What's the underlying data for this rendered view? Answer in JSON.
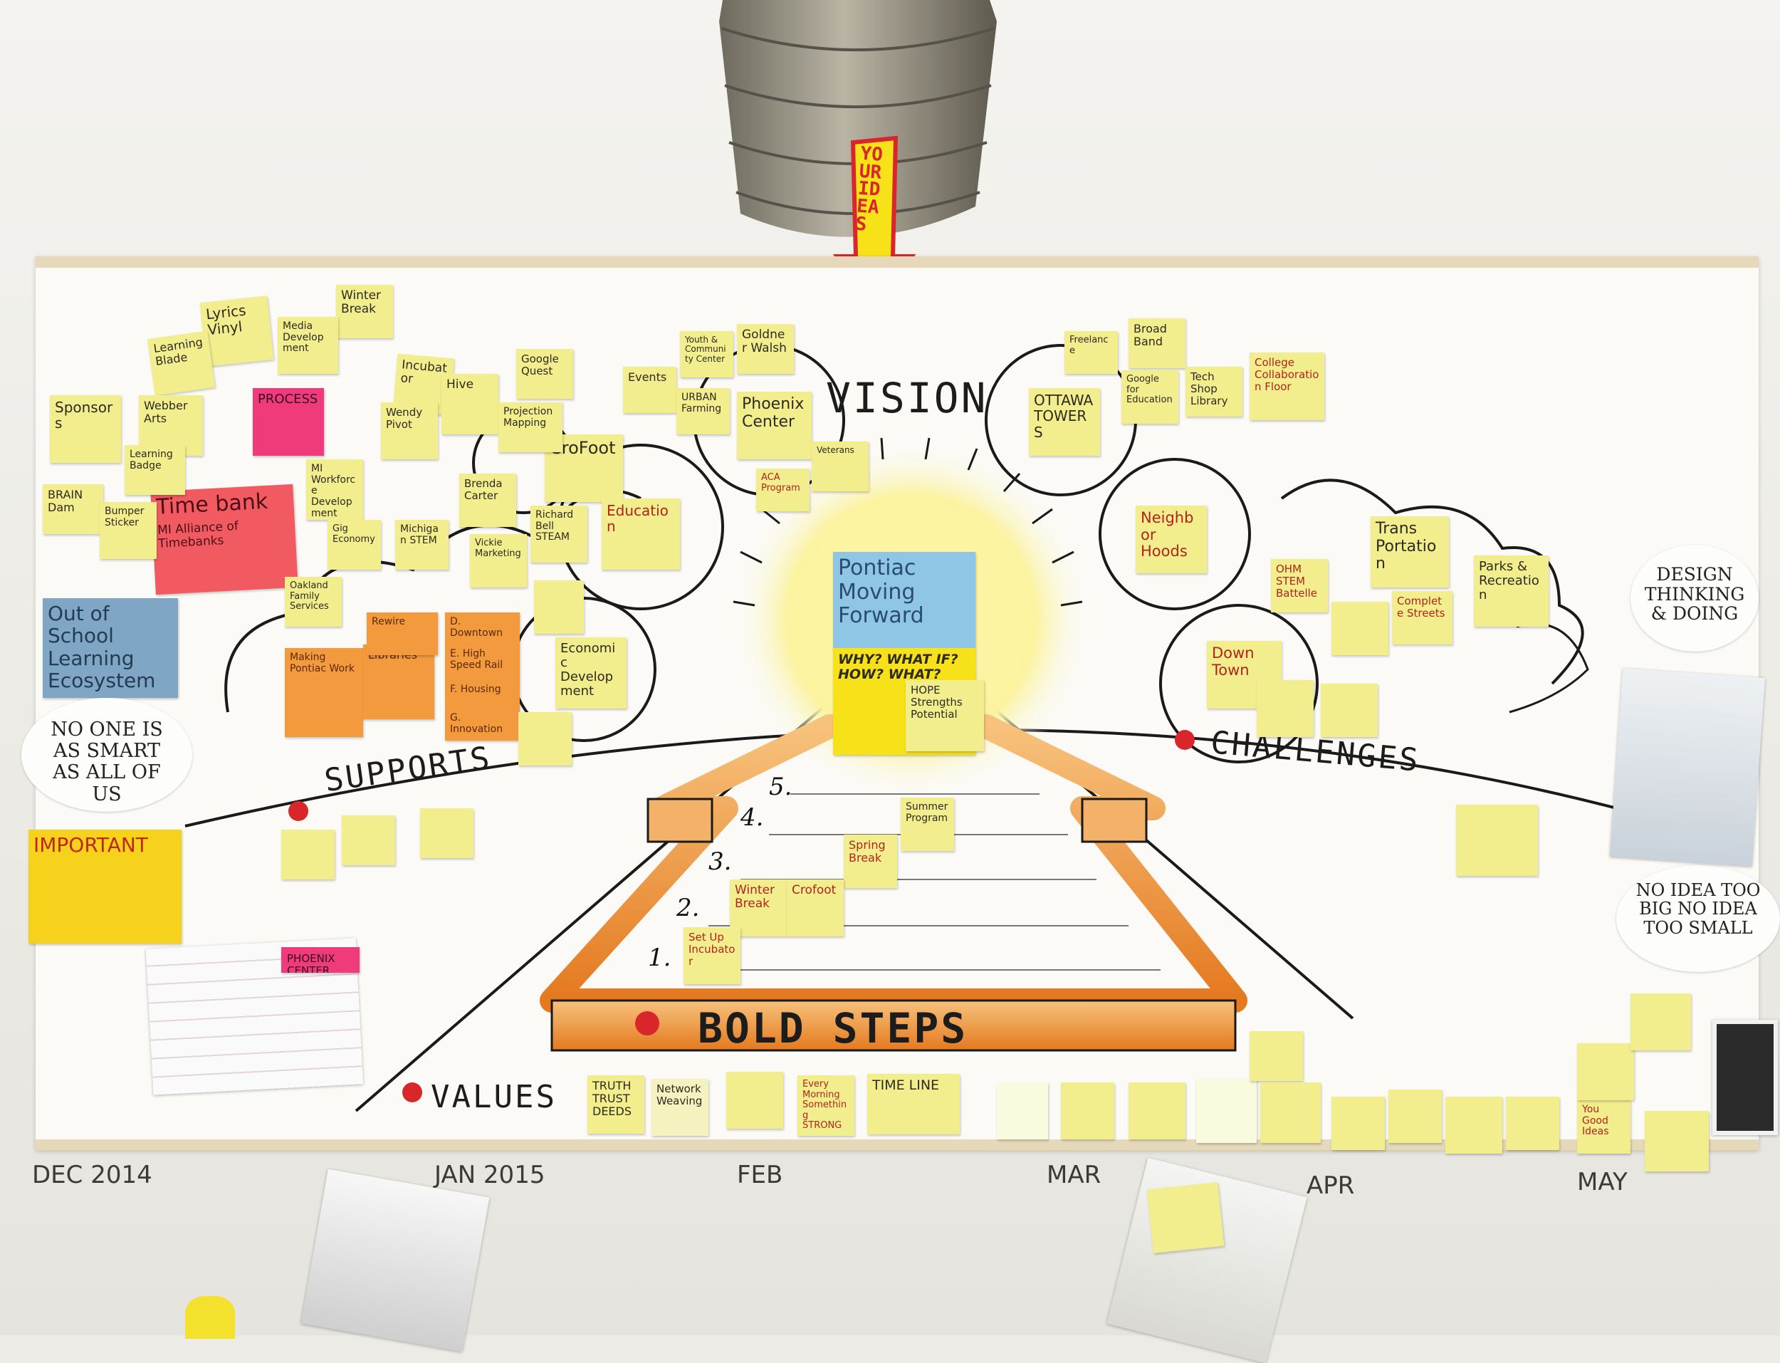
{
  "banner": {
    "arrow_text": "YOUR IDEAS"
  },
  "poster": {
    "vision": "VISION",
    "supports": "SUPPORTS",
    "challenges": "CHALLENGES",
    "values": "VALUES",
    "bold_steps": "BOLD STEPS",
    "center_top": "Pontiac Moving Forward",
    "center_bottom": "WHY? WHAT IF? HOW? WHAT?",
    "center_note": "HOPE Strengths Potential",
    "steps": [
      "1.",
      "2.",
      "3.",
      "4.",
      "5."
    ],
    "colors": {
      "accent_red": "#d8262b",
      "orange": "#ee8a2a",
      "yellow": "#f2ee8e"
    }
  },
  "bubbles": {
    "left": "NO ONE IS AS SMART AS ALL OF US",
    "right_top": "DESIGN THINKING & DOING",
    "right_bottom": "NO IDEA TOO BIG NO IDEA TOO SMALL"
  },
  "circles": [
    "CroFoot",
    "Education",
    "Economic Development",
    "Goldner Walsh",
    "Phoenix Center",
    "OTTAWA TOWERS",
    "Neighbor Hoods",
    "Down Town"
  ],
  "stickies": {
    "important": "IMPORTANT",
    "timebank": "Time bank",
    "timebank_sub": "MI Alliance of Timebanks",
    "out_of_school": "Out of School Learning Ecosystem",
    "process": "PROCESS",
    "phoenix_tag": "PHOENIX CENTER",
    "left_cluster": [
      "Sponsors",
      "Lyrics Vinyl",
      "Winter Break",
      "Learning Blade",
      "Media Development",
      "Webber Arts",
      "Incubator",
      "Hive",
      "Google Quest",
      "Learning Badge",
      "BRAIN Dam",
      "Bumper Sticker",
      "Wendy Pivot",
      "Projection Mapping",
      "MI Workforce Development",
      "Brenda Carter",
      "Richard Bell STEAM",
      "Oakland Family Services",
      "Vickie Marketing",
      "Michigan STEM",
      "Gig Economy"
    ],
    "orange_cluster": [
      "Making Pontiac Work",
      "Libraries",
      "Rewire",
      "D. Downtown",
      "E. High Speed Rail",
      "F. Housing",
      "G. Innovation"
    ],
    "vision_cluster": [
      "Youth & Community Center",
      "Events",
      "URBAN Farming",
      "ACA Program",
      "Veterans",
      "Freelance",
      "Broad Band",
      "Google for Education",
      "Tech Shop Library",
      "College Collaboration Floor"
    ],
    "challenge_cluster": [
      "Trans Portation",
      "Parks & Recreation",
      "OHM STEM Battelle",
      "Complete Streets"
    ],
    "steps": [
      "Summer Program",
      "Spring Break",
      "Winter Break",
      "Crofoot",
      "Set Up Incubator"
    ],
    "values": [
      "TRUTH TRUST DEEDS",
      "Network Weaving",
      "Every Morning Something STRONG",
      "TIME LINE"
    ],
    "bottom_right": [
      "You Good Ideas"
    ]
  },
  "timeline": [
    "DEC 2014",
    "JAN 2015",
    "FEB",
    "MAR",
    "APR",
    "MAY"
  ]
}
